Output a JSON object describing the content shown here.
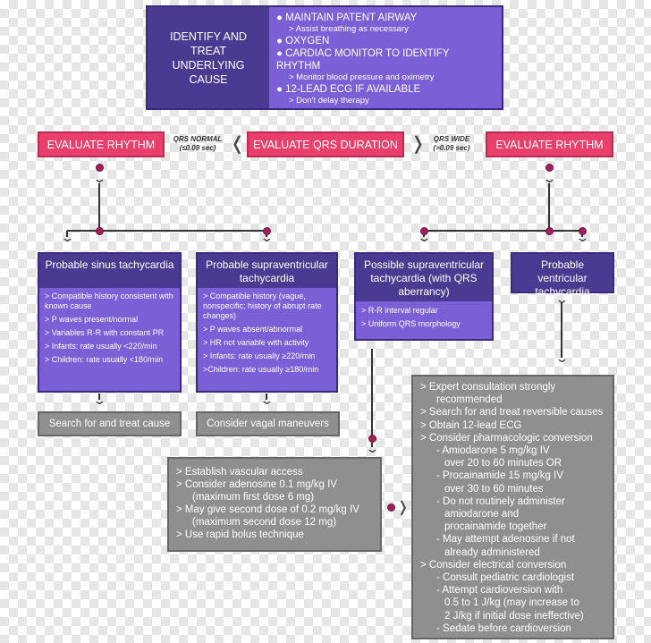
{
  "top": {
    "left_text": "IDENTIFY AND TREAT UNDERLYING CAUSE",
    "items": [
      {
        "main": "● MAINTAIN PATENT AIRWAY",
        "sub": "> Assist breathing as necessary"
      },
      {
        "main": "● OXYGEN",
        "sub": ""
      },
      {
        "main": "● CARDIAC MONITOR TO IDENTIFY RHYTHM",
        "sub": "> Monitor blood pressure and oximetry"
      },
      {
        "main": "● 12-LEAD ECG IF AVAILABLE",
        "sub": "> Don't delay therapy"
      }
    ]
  },
  "row": {
    "left": "EVALUATE RHYTHM",
    "qrs_normal": "QRS NORMAL",
    "qrs_normal_sub": "(≤0.09 sec)",
    "center": "EVALUATE QRS DURATION",
    "qrs_wide": "QRS WIDE",
    "qrs_wide_sub": "(>0.09 sec)",
    "right": "EVALUATE RHYTHM",
    "chev_left": "❬",
    "chev_right": "❭"
  },
  "boxes": [
    {
      "title": "Probable sinus tachycardia",
      "items": [
        "> Compatible history consistent with known cause",
        "> P waves present/normal",
        "> Variables R-R with constant PR",
        "> Infants: rate usually <220/min",
        "> Children: rate usually <180/min"
      ]
    },
    {
      "title": "Probable supraventricular tachycardia",
      "items": [
        "> Compatible history (vague, nonspecific; history of abrupt rate changes)",
        "> P waves absent/abnormal",
        "> HR not variable with activity",
        "> Infants: rate usually ≥220/min",
        ">Children: rate usually ≥180/min"
      ]
    },
    {
      "title": "Possible supraventricular tachycardia (with QRS aberrancy)",
      "items": [
        "> R-R interval regular",
        "> Uniform QRS morphology"
      ]
    },
    {
      "title": "Probable ventricular tachycardia",
      "items": []
    }
  ],
  "actions": {
    "search": "Search for and treat cause",
    "vagal": "Consider vagal maneuvers"
  },
  "vascular": [
    "> Establish vascular access",
    "> Consider adenosine 0.1 mg/kg IV",
    "(maximum first dose 6 mg)",
    "> May give second dose of 0.2 mg/kg IV",
    "(maximum second dose 12 mg)",
    "> Use rapid bolus technique"
  ],
  "expert": [
    {
      "t": "> Expert consultation strongly",
      "l": 1
    },
    {
      "t": "recommended",
      "l": 2
    },
    {
      "t": "> Search for and treat reversible causes",
      "l": 1
    },
    {
      "t": "> Obtain 12-lead ECG",
      "l": 1
    },
    {
      "t": "> Consider pharmacologic conversion",
      "l": 1
    },
    {
      "t": "- Amiodarone 5 mg/kg IV",
      "l": 2
    },
    {
      "t": "over 20 to 60 minutes OR",
      "l": 3
    },
    {
      "t": "- Procainamide 15 mg/kg IV",
      "l": 2
    },
    {
      "t": "over 30 to 60 minutes",
      "l": 3
    },
    {
      "t": "- Do not routinely administer",
      "l": 2
    },
    {
      "t": "amiodarone and",
      "l": 3
    },
    {
      "t": "procainamide together",
      "l": 3
    },
    {
      "t": "- May attempt adenosine if not",
      "l": 2
    },
    {
      "t": "already administered",
      "l": 3
    },
    {
      "t": "> Consider electrical conversion",
      "l": 1
    },
    {
      "t": "- Consult pediatric cardiologist",
      "l": 2
    },
    {
      "t": "- Attempt cardioversion with",
      "l": 2
    },
    {
      "t": "0.5 to 1 J/kg (may increase to",
      "l": 3
    },
    {
      "t": "2 J/kg if initial dose ineffective)",
      "l": 3
    },
    {
      "t": "- Sedate before cardioversion",
      "l": 2
    }
  ],
  "small_chev": "❭",
  "colors": {
    "dark_purple": "#4b3a92",
    "light_purple": "#7a5fd6",
    "red": "#e8406a",
    "gray": "#8f8f8f",
    "dot": "#a0205a"
  }
}
